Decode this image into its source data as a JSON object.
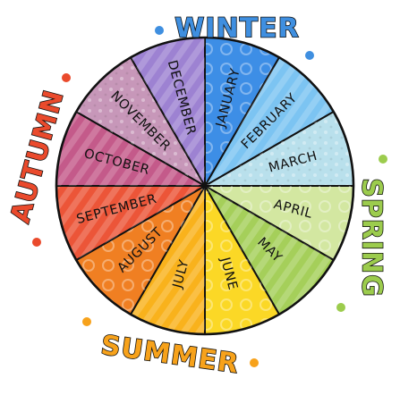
{
  "seasons": {
    "winter": {
      "label": "WINTER",
      "color": "#3f8fe0"
    },
    "spring": {
      "label": "SPRING",
      "color": "#9ccc4d"
    },
    "summer": {
      "label": "SUMMER",
      "color": "#f7a21b"
    },
    "autumn": {
      "label": "AUTUMN",
      "color": "#ea4a2c"
    }
  },
  "months": [
    {
      "label": "JANUARY",
      "color": "#3d8ee6"
    },
    {
      "label": "FEBRUARY",
      "color": "#7cc4f2"
    },
    {
      "label": "MARCH",
      "color": "#b9e0ec"
    },
    {
      "label": "APRIL",
      "color": "#d3e7a1"
    },
    {
      "label": "MAY",
      "color": "#a5cf5a"
    },
    {
      "label": "JUNE",
      "color": "#fbd826"
    },
    {
      "label": "JULY",
      "color": "#f9b21c"
    },
    {
      "label": "AUGUST",
      "color": "#f07f22"
    },
    {
      "label": "SEPTEMBER",
      "color": "#ec5538"
    },
    {
      "label": "OCTOBER",
      "color": "#c45a8a"
    },
    {
      "label": "NOVEMBER",
      "color": "#c797b9"
    },
    {
      "label": "DECEMBER",
      "color": "#9d82d2"
    }
  ]
}
